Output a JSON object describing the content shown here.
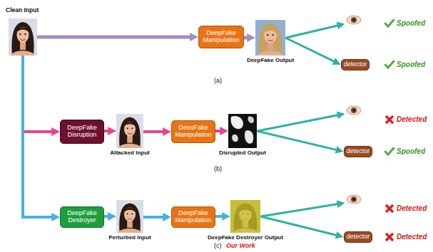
{
  "diagram": {
    "nodes": [
      {
        "text": [
          "Clean Input"
        ]
      },
      {
        "text": [
          "DeepFake Manipulation"
        ]
      },
      {
        "text": [
          "DeepFake Output"
        ]
      },
      {
        "text": [
          "detector"
        ]
      },
      {
        "text": [
          "DeepFake Disruption"
        ]
      },
      {
        "text": [
          "Attacked Input"
        ]
      },
      {
        "text": [
          "DeeoFake Manipulation"
        ]
      },
      {
        "text": [
          "Disrupted Output"
        ]
      },
      {
        "text": [
          "detector"
        ]
      },
      {
        "text": [
          "DeepFake Destroyer"
        ]
      },
      {
        "text": [
          "Perturbed Input"
        ]
      },
      {
        "text": [
          "DeepFake Manipulation"
        ]
      },
      {
        "text": [
          "DeepFake Destroyer Output"
        ]
      },
      {
        "text": [
          "detector"
        ]
      }
    ],
    "edges": [
      {
        "from": 0,
        "to": 1,
        "arrow": "to"
      },
      {
        "from": 1,
        "to": 2,
        "arrow": "to"
      },
      {
        "from": 2,
        "to": 3,
        "arrow": "to"
      },
      {
        "from": 0,
        "to": 4,
        "arrow": "to"
      },
      {
        "from": 4,
        "to": 5,
        "arrow": "to"
      },
      {
        "from": 5,
        "to": 6,
        "arrow": "to"
      },
      {
        "from": 6,
        "to": 7,
        "arrow": "to"
      },
      {
        "from": 7,
        "to": 8,
        "arrow": "to"
      },
      {
        "from": 0,
        "to": 9,
        "arrow": "to"
      },
      {
        "from": 9,
        "to": 10,
        "arrow": "to"
      },
      {
        "from": 10,
        "to": 11,
        "arrow": "to"
      },
      {
        "from": 11,
        "to": 12,
        "arrow": "to"
      },
      {
        "from": 12,
        "to": 13,
        "arrow": "to"
      }
    ],
    "labels": [
      "Spoofed",
      "Spoofed",
      "(a)",
      "Detected",
      "Spoofed",
      "(b)",
      "Detected",
      "Detected",
      "(c)",
      "Our Work"
    ]
  }
}
